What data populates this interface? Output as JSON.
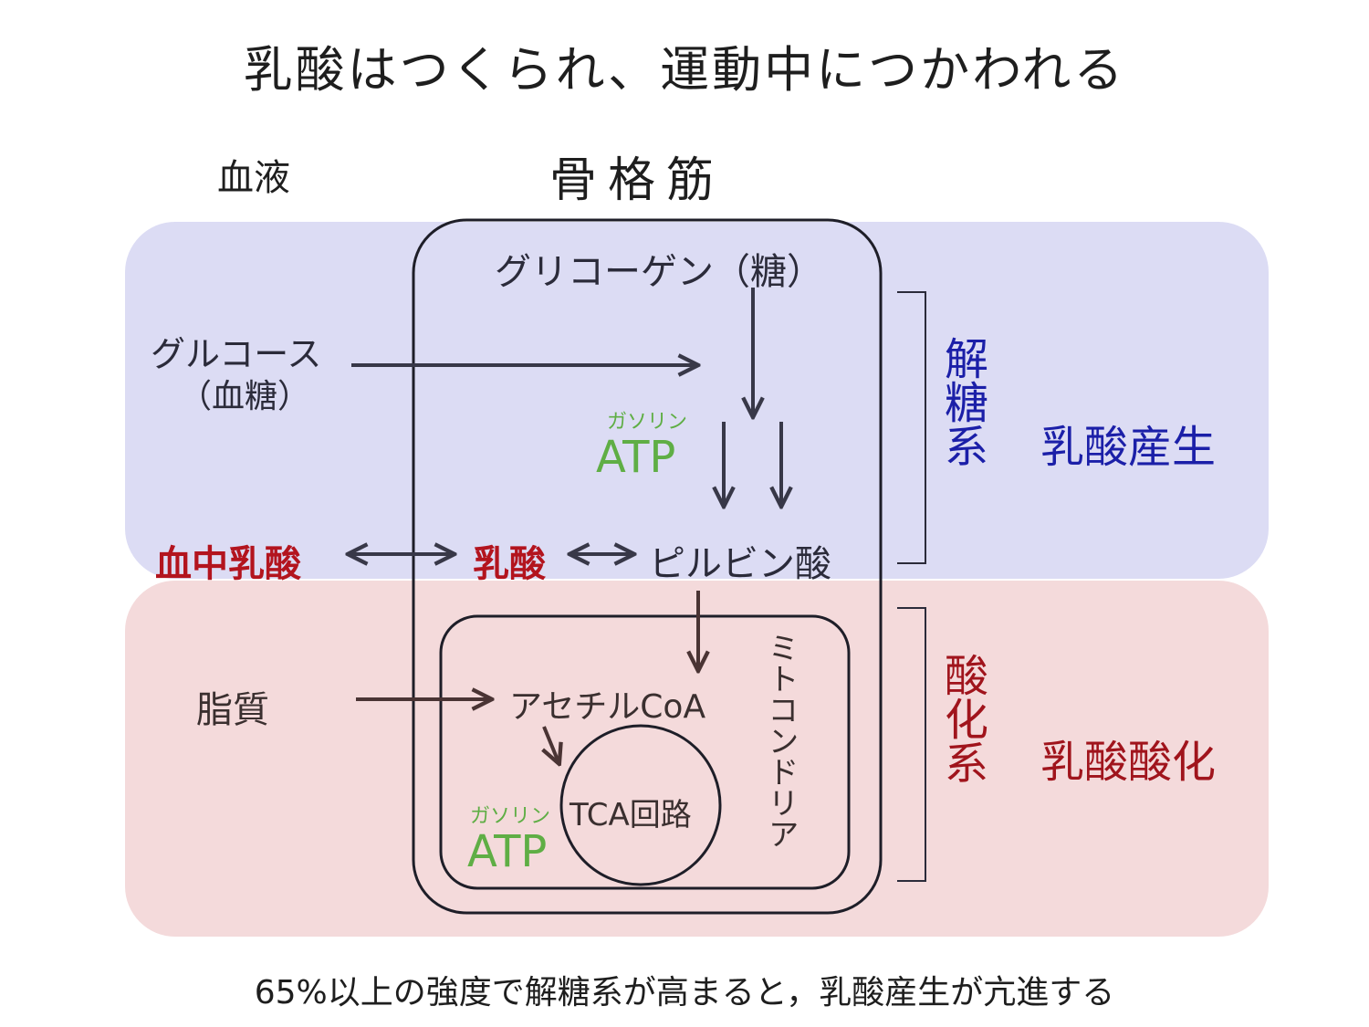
{
  "title": "乳酸はつくられ、運動中につかわれる",
  "footer": "65%以上の強度で解糖系が高まると，乳酸産生が亢進する",
  "labels": {
    "blood": "血液",
    "muscle": "骨格筋",
    "glycogen": "グリコーゲン（糖）",
    "glucose": "グルコース",
    "glucose_sub": "（血糖）",
    "atp_ruby": "ガソリン",
    "atp": "ATP",
    "blood_lactate": "血中乳酸",
    "lactate": "乳酸",
    "pyruvate": "ピルビン酸",
    "lipid": "脂質",
    "acetyl_coa": "アセチルCoA",
    "tca": "TCA回路",
    "mitochondria": "ミトコンドリア",
    "glycolysis": "解糖系",
    "oxidation": "酸化系",
    "lactate_production": "乳酸産生",
    "lactate_oxidation": "乳酸酸化"
  },
  "colors": {
    "glycolysis_zone": "#dcdcf4",
    "oxidation_zone": "#f4dadb",
    "lactate_red": "#b3141e",
    "glycolysis_blue": "#1b1fa8",
    "oxidation_red": "#a0141c",
    "atp_green": "#5fae45",
    "arrow": "#383848"
  }
}
